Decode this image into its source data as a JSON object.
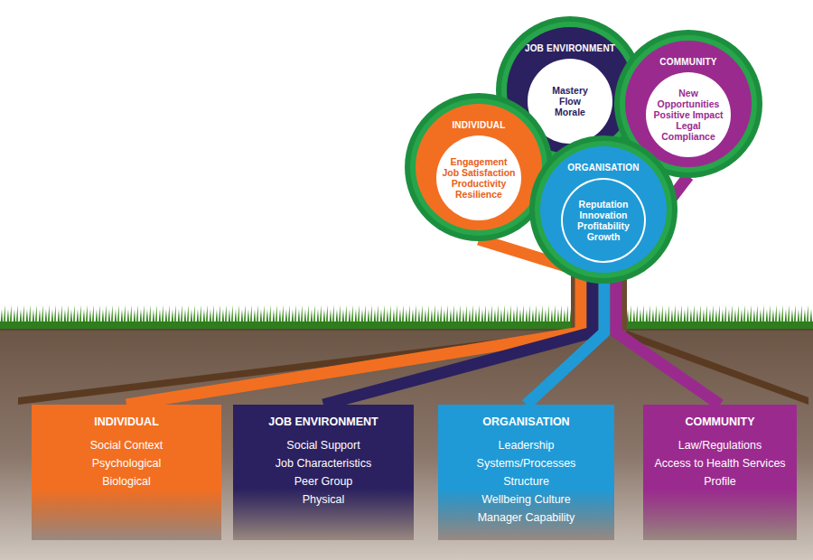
{
  "diagram": {
    "nodes": [
      {
        "text": [
          "JOB ENVIRONMENT",
          "Mastery",
          "Flow",
          "Morale"
        ]
      },
      {
        "text": [
          "COMMUNITY",
          "New Opportunities",
          "Positive Impact",
          "Legal Compliance"
        ]
      },
      {
        "text": [
          "INDIVIDUAL",
          "Engagement",
          "Job Satisfaction",
          "Productivity",
          "Resilience"
        ]
      },
      {
        "text": [
          "ORGANISATION",
          "Reputation",
          "Innovation",
          "Profitability",
          "Growth"
        ]
      },
      {
        "text": [
          "INDIVIDUAL",
          "Social Context",
          "Psychological",
          "Biological"
        ]
      },
      {
        "text": [
          "JOB ENVIRONMENT",
          "Social Support",
          "Job Characteristics",
          "Peer Group",
          "Physical"
        ]
      },
      {
        "text": [
          "ORGANISATION",
          "Leadership",
          "Systems/Processes",
          "Structure",
          "Wellbeing Culture",
          "Manager Capability"
        ]
      },
      {
        "text": [
          "COMMUNITY",
          "Law/Regulations",
          "Access to Health Services",
          "Profile"
        ]
      }
    ],
    "edges": [
      {
        "from": 2,
        "to": 4,
        "arrow": "none"
      },
      {
        "from": 0,
        "to": 5,
        "arrow": "none"
      },
      {
        "from": 3,
        "to": 6,
        "arrow": "none"
      },
      {
        "from": 1,
        "to": 7,
        "arrow": "none"
      }
    ]
  }
}
